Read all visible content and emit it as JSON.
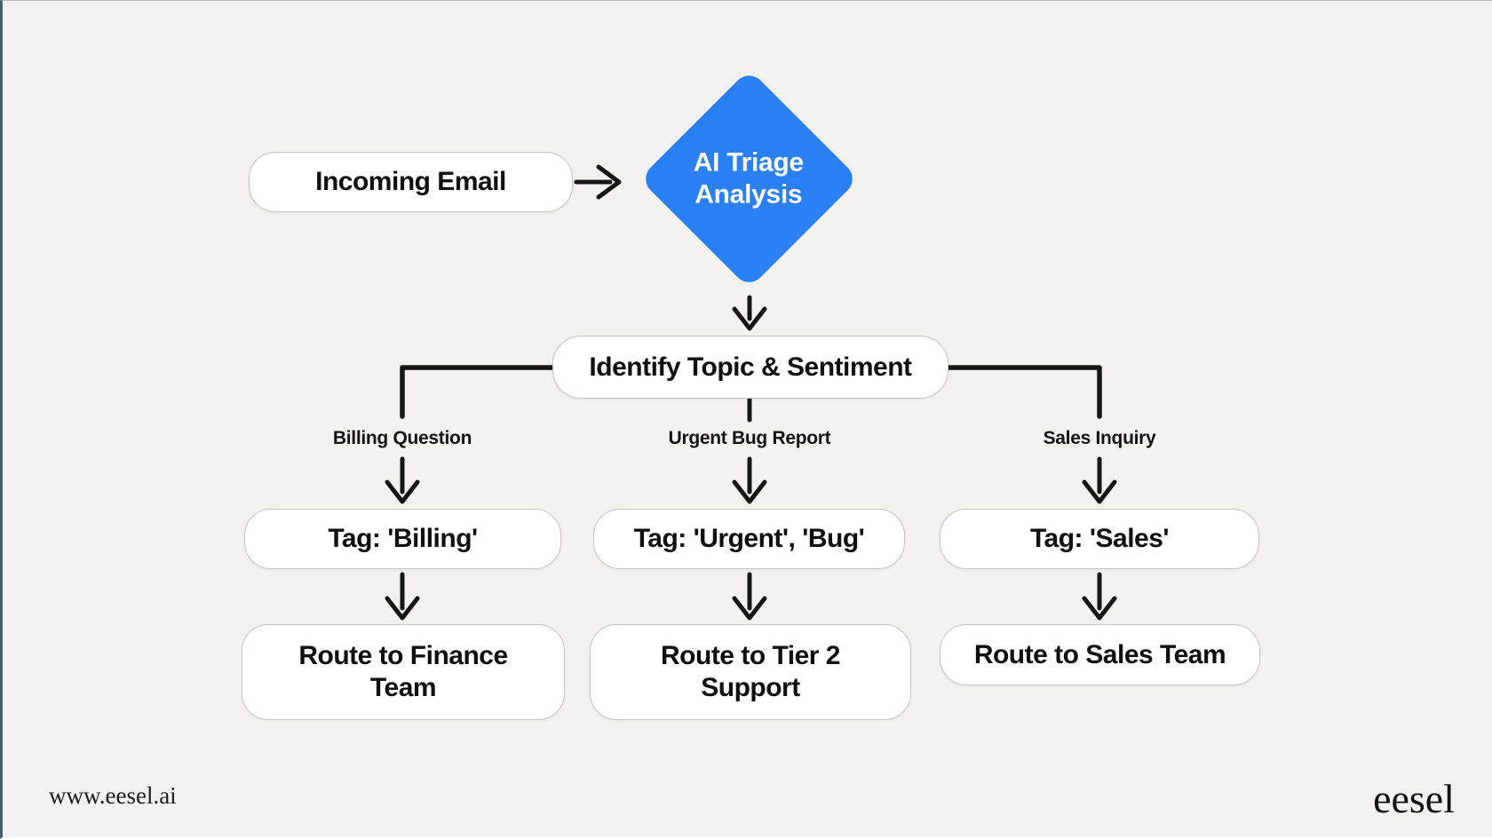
{
  "colors": {
    "diamond_blue": "#2b80f5",
    "line_black": "#161616",
    "box_border": "#c6c6c6",
    "box_fill": "#ffffff",
    "page_bg": "#f3f2ef"
  },
  "footer": {
    "url": "www.eesel.ai",
    "logo": "eesel"
  },
  "flowchart": {
    "nodes": {
      "incoming": {
        "label": "Incoming Email"
      },
      "triage": {
        "line1": "AI Triage",
        "line2": "Analysis"
      },
      "identify": {
        "label": "Identify Topic & Sentiment"
      }
    },
    "branches": [
      {
        "condition": "Billing Question",
        "tag": "Tag: 'Billing'",
        "route": "Route to Finance Team"
      },
      {
        "condition": "Urgent Bug Report",
        "tag": "Tag: 'Urgent', 'Bug'",
        "route": "Route to Tier 2 Support"
      },
      {
        "condition": "Sales Inquiry",
        "tag": "Tag: 'Sales'",
        "route": "Route to Sales Team"
      }
    ]
  }
}
